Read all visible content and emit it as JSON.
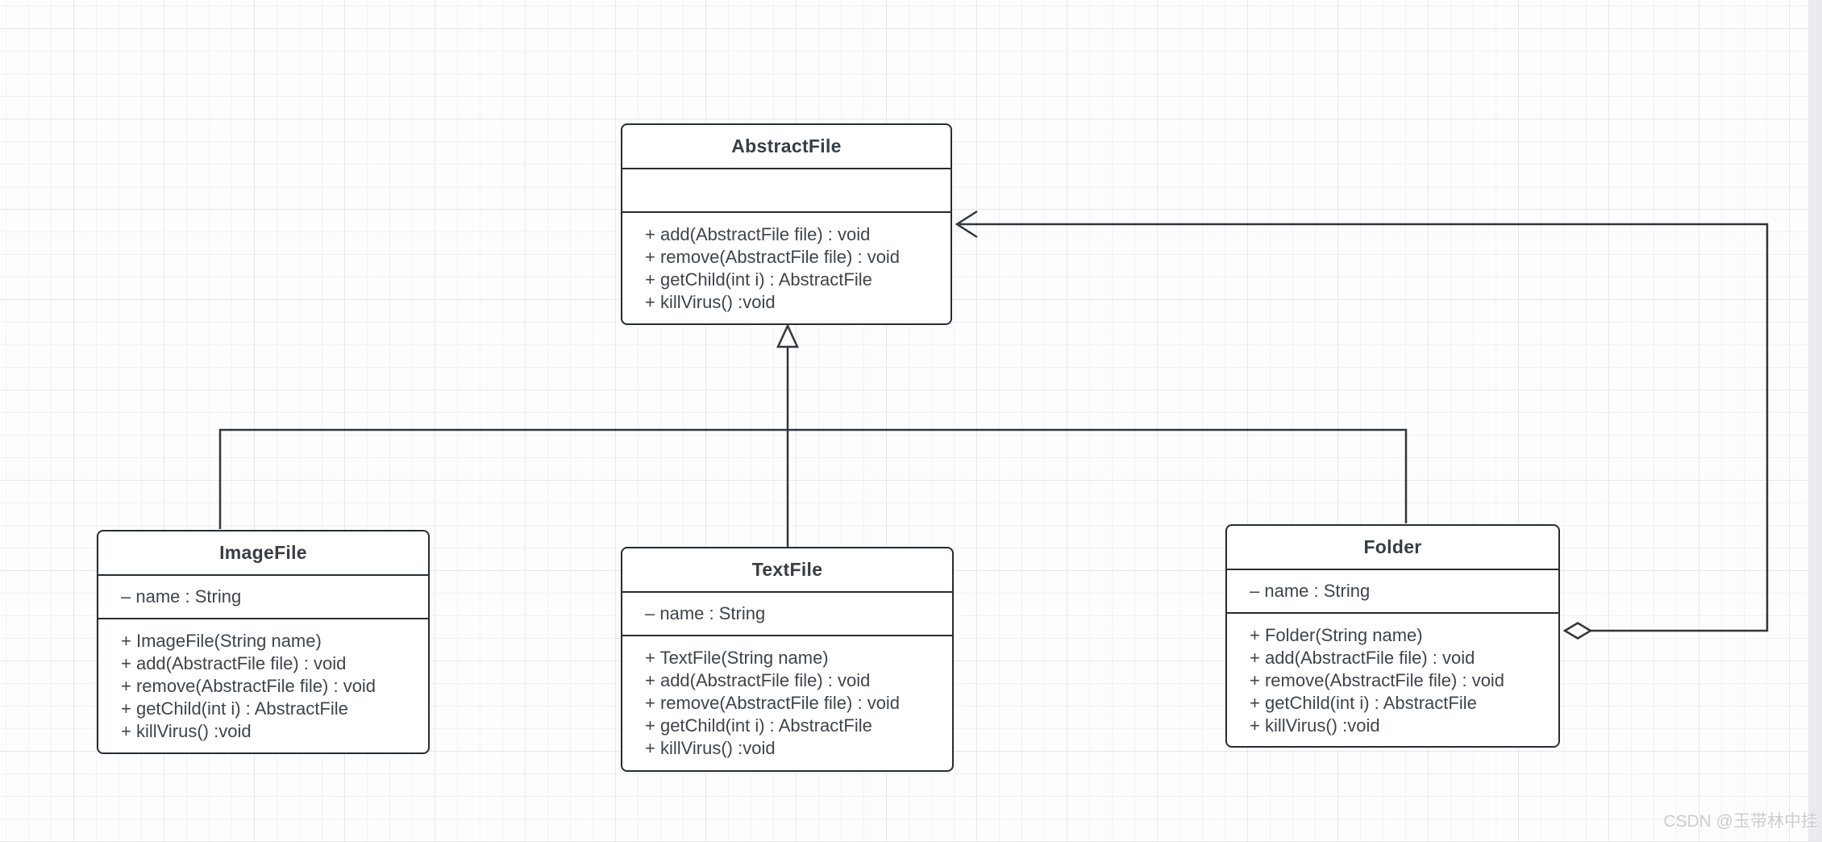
{
  "diagram": {
    "type": "uml-class-diagram",
    "pattern": "Composite",
    "classes": {
      "abstract_file": {
        "name": "AbstractFile",
        "attributes": [],
        "methods": [
          "+ add(AbstractFile file) : void",
          "+ remove(AbstractFile file) : void",
          "+ getChild(int i) : AbstractFile",
          "+ killVirus() :void"
        ]
      },
      "image_file": {
        "name": "ImageFile",
        "attributes": [
          "– name : String"
        ],
        "methods": [
          "+ ImageFile(String name)",
          "+ add(AbstractFile file) : void",
          "+ remove(AbstractFile file) : void",
          "+ getChild(int i) : AbstractFile",
          "+ killVirus() :void"
        ]
      },
      "text_file": {
        "name": "TextFile",
        "attributes": [
          "– name : String"
        ],
        "methods": [
          "+ TextFile(String name)",
          "+ add(AbstractFile file) : void",
          "+ remove(AbstractFile file) : void",
          "+ getChild(int i) : AbstractFile",
          "+ killVirus() :void"
        ]
      },
      "folder": {
        "name": "Folder",
        "attributes": [
          "– name : String"
        ],
        "methods": [
          "+ Folder(String name)",
          "+ add(AbstractFile file) : void",
          "+ remove(AbstractFile file) : void",
          "+ getChild(int i) : AbstractFile",
          "+ killVirus() :void"
        ]
      }
    },
    "relationships": [
      {
        "type": "generalization",
        "from": "ImageFile",
        "to": "AbstractFile"
      },
      {
        "type": "generalization",
        "from": "TextFile",
        "to": "AbstractFile"
      },
      {
        "type": "generalization",
        "from": "Folder",
        "to": "AbstractFile"
      },
      {
        "type": "aggregation",
        "whole": "Folder",
        "part": "AbstractFile"
      }
    ],
    "watermark": "CSDN @玉带林中挂",
    "colors": {
      "stroke": "#272c34",
      "connector": "#31363d",
      "text": "#3f444b",
      "grid_minor": "#f2f2f5",
      "grid_major": "#e7e7eb",
      "scrollbar_track": "#e9ebee",
      "watermark": "#cccccc",
      "background": "#fdfdfe"
    }
  }
}
